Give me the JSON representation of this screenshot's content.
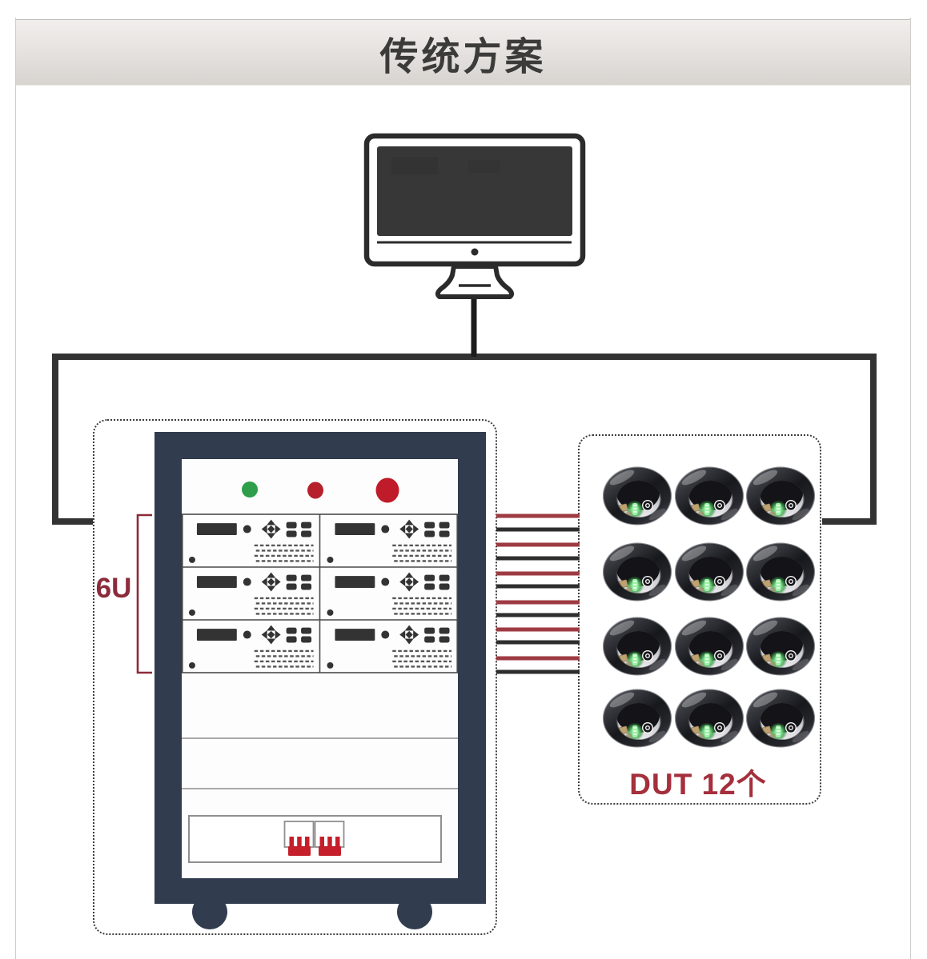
{
  "header": {
    "title": "传统方案"
  },
  "rack": {
    "size_label": "6U",
    "instrument_count": 6,
    "indicator_lights": [
      "#2e9e4a",
      "#b5202c",
      "#c01b2a"
    ],
    "body_color": "#313c4f"
  },
  "dut": {
    "label": "DUT 12个",
    "ring_count": 12
  },
  "wires": {
    "pair_count": 6,
    "red_color": "#9e3a42",
    "black_color": "#2e2e2e"
  },
  "icons": {
    "monitor": "computer-monitor-icon",
    "instrument": "instrument-front-panel-icon",
    "ring": "smart-ring-icon",
    "connector": "power-connector-icon"
  },
  "label_color": "#8c2b3a"
}
